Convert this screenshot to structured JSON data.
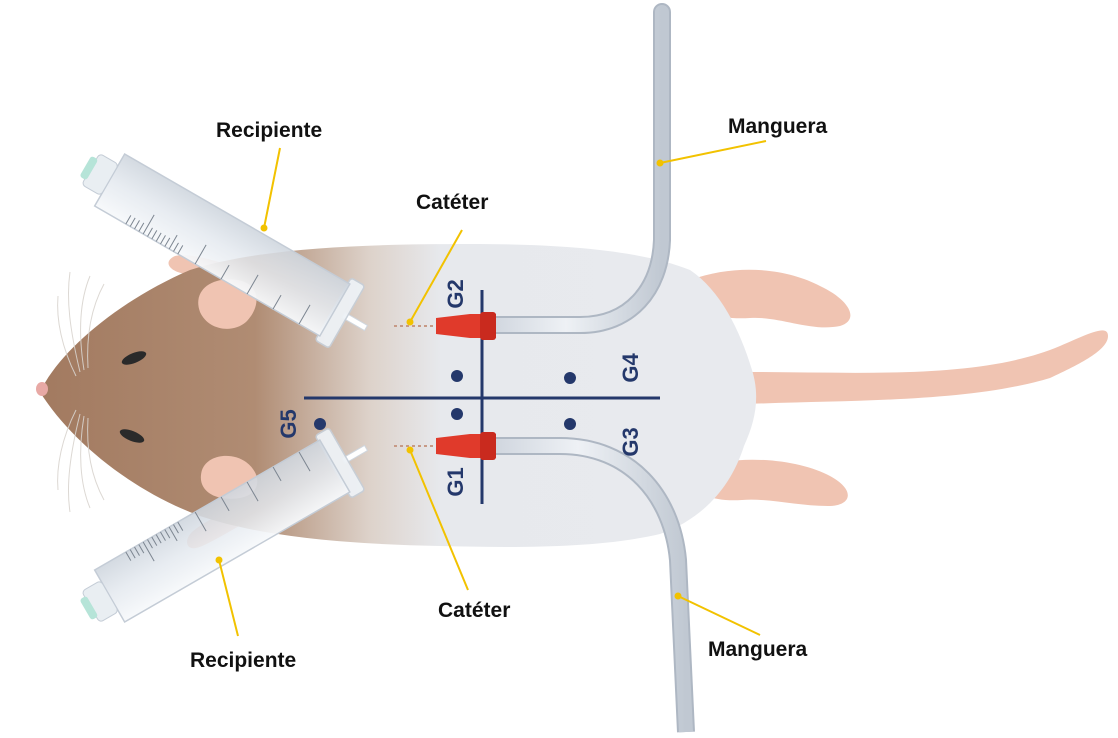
{
  "colors": {
    "grid_line": "#24386b",
    "callout_line": "#f2c200",
    "catheter": "#e03a2b",
    "fur": "#a9836a",
    "shaved_skin": "#e6e8ec",
    "ears_limbs": "#f0c4b2",
    "hose": "#d3d9e2"
  },
  "labels": {
    "recipiente_top": "Recipiente",
    "recipiente_bottom": "Recipiente",
    "cateter_top": "Catéter",
    "cateter_bottom": "Catéter",
    "manguera_top": "Manguera",
    "manguera_bottom": "Manguera"
  },
  "grid": {
    "g1": "G1",
    "g2": "G2",
    "g3": "G3",
    "g4": "G4",
    "g5": "G5"
  },
  "icons": [
    "mouse-illustration",
    "syringe-icon",
    "catheter-icon",
    "hose-icon"
  ]
}
